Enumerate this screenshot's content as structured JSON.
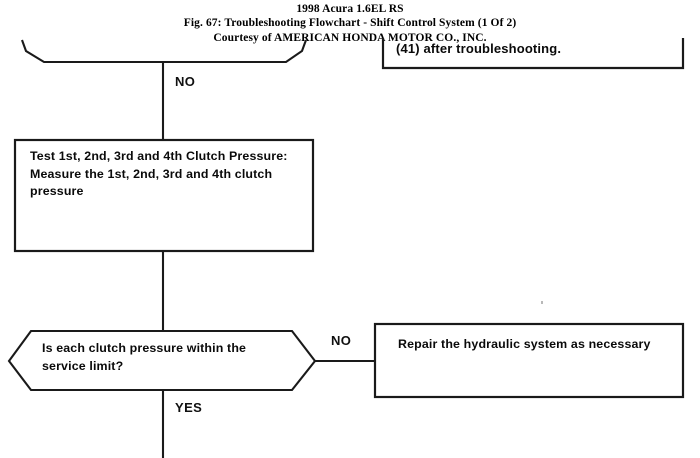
{
  "document": {
    "title_line_1": "1998 Acura 1.6EL RS",
    "title_line_2": "Fig. 67: Troubleshooting Flowchart - Shift Control System (1 Of 2)",
    "title_line_3": "Courtesy of AMERICAN HONDA MOTOR CO., INC."
  },
  "flowchart": {
    "type": "flowchart",
    "nodes": [
      {
        "id": "top-decision-clipped",
        "shape": "hexagon",
        "text": "",
        "note": "partially cut off at top of page"
      },
      {
        "id": "top-right-box-clipped",
        "shape": "rectangle",
        "text": "(41) after troubleshooting.",
        "note": "partially cut off at top of page"
      },
      {
        "id": "test-clutch-pressure",
        "shape": "rectangle",
        "text": "Test 1st, 2nd, 3rd and 4th Clutch Pressure:\nMeasure the 1st, 2nd, 3rd and 4th clutch pressure"
      },
      {
        "id": "clutch-pressure-decision",
        "shape": "hexagon",
        "text": "Is each clutch pressure within the service limit?"
      },
      {
        "id": "repair-hydraulic-system",
        "shape": "rectangle",
        "text": "Repair the hydraulic system as necessary"
      }
    ],
    "edge_labels": {
      "top_no": "NO",
      "decision_no": "NO",
      "decision_yes": "YES"
    }
  },
  "colors": {
    "page_background": "#ffffff",
    "ink": "#0a0a0a",
    "line": "#1a1a1a"
  }
}
